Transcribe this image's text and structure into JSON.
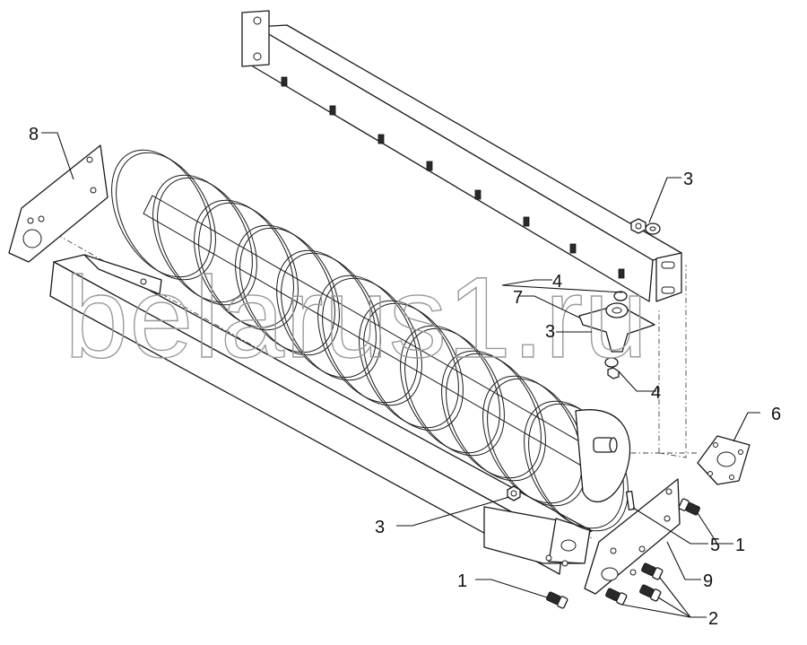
{
  "watermark": "belarus1.ru",
  "callouts": [
    {
      "id": "c1a",
      "label": "1"
    },
    {
      "id": "c1b",
      "label": "1"
    },
    {
      "id": "c2",
      "label": "2"
    },
    {
      "id": "c3a",
      "label": "3"
    },
    {
      "id": "c3b",
      "label": "3"
    },
    {
      "id": "c3c",
      "label": "3"
    },
    {
      "id": "c4a",
      "label": "4"
    },
    {
      "id": "c4b",
      "label": "4"
    },
    {
      "id": "c5",
      "label": "5"
    },
    {
      "id": "c6",
      "label": "6"
    },
    {
      "id": "c7",
      "label": "7"
    },
    {
      "id": "c8",
      "label": "8"
    },
    {
      "id": "c9",
      "label": "9"
    }
  ]
}
